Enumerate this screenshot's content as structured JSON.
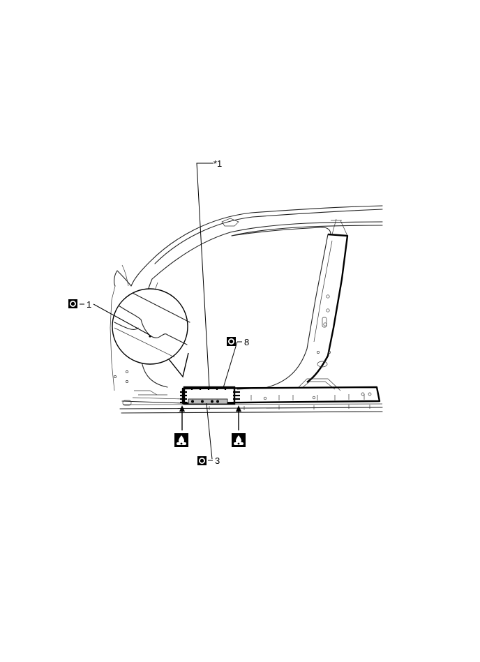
{
  "callouts": {
    "ref": "*1",
    "weld_1": "1",
    "weld_8": "8",
    "weld_3": "3"
  },
  "icons": {
    "weld_point": "spot-weld-icon",
    "sealer": "sealer-icon"
  },
  "colors": {
    "line": "#000000",
    "background": "#ffffff"
  }
}
